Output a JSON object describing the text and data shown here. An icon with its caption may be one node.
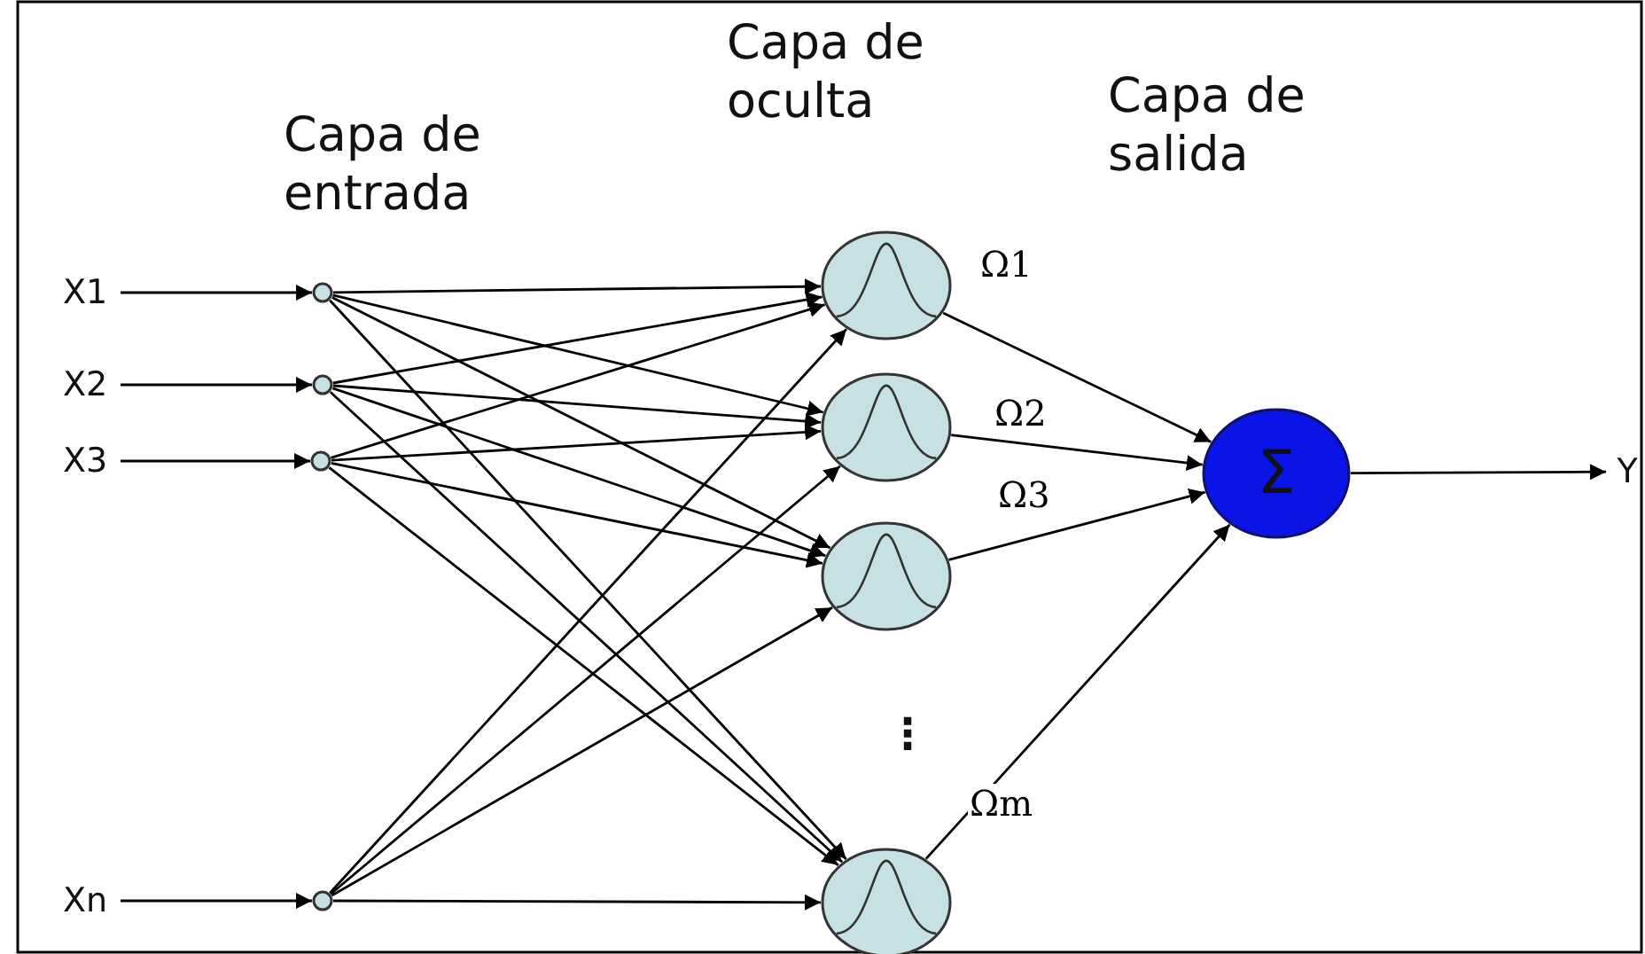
{
  "diagram": {
    "nodes": [
      {
        "text": [
          "X1"
        ]
      },
      {
        "text": [
          "X2"
        ]
      },
      {
        "text": [
          "X3"
        ]
      },
      {
        "text": [
          "Xn"
        ]
      },
      {
        "text": [],
        "shape": "circle"
      },
      {
        "text": [],
        "shape": "circle"
      },
      {
        "text": [],
        "shape": "circle"
      },
      {
        "text": [],
        "shape": "circle"
      },
      {
        "text": [],
        "shape": "circle"
      },
      {
        "text": [],
        "shape": "circle"
      },
      {
        "text": [],
        "shape": "circle"
      },
      {
        "text": [],
        "shape": "circle"
      },
      {
        "text": [
          "Σ"
        ]
      },
      {
        "text": [
          "Y"
        ]
      }
    ],
    "edges": [
      {
        "from": 0,
        "to": 4,
        "arrow": "to"
      },
      {
        "from": 1,
        "to": 5,
        "arrow": "to"
      },
      {
        "from": 2,
        "to": 6,
        "arrow": "to"
      },
      {
        "from": 3,
        "to": 7,
        "arrow": "to"
      },
      {
        "from": 4,
        "to": 8,
        "arrow": "to"
      },
      {
        "from": 4,
        "to": 9,
        "arrow": "to"
      },
      {
        "from": 4,
        "to": 10,
        "arrow": "to"
      },
      {
        "from": 4,
        "to": 11,
        "arrow": "to"
      },
      {
        "from": 5,
        "to": 8,
        "arrow": "to"
      },
      {
        "from": 5,
        "to": 9,
        "arrow": "to"
      },
      {
        "from": 5,
        "to": 10,
        "arrow": "to"
      },
      {
        "from": 5,
        "to": 11,
        "arrow": "to"
      },
      {
        "from": 6,
        "to": 8,
        "arrow": "to"
      },
      {
        "from": 6,
        "to": 9,
        "arrow": "to"
      },
      {
        "from": 6,
        "to": 10,
        "arrow": "to"
      },
      {
        "from": 6,
        "to": 11,
        "arrow": "to"
      },
      {
        "from": 7,
        "to": 8,
        "arrow": "to"
      },
      {
        "from": 7,
        "to": 9,
        "arrow": "to"
      },
      {
        "from": 7,
        "to": 10,
        "arrow": "to"
      },
      {
        "from": 7,
        "to": 11,
        "arrow": "to"
      },
      {
        "from": 8,
        "to": 12,
        "arrow": "to",
        "label": "Ω1"
      },
      {
        "from": 9,
        "to": 12,
        "arrow": "to",
        "label": "Ω2"
      },
      {
        "from": 10,
        "to": 12,
        "arrow": "to",
        "label": "Ω3"
      },
      {
        "from": 11,
        "to": 12,
        "arrow": "to",
        "label": "Ωm"
      },
      {
        "from": 12,
        "to": 13,
        "arrow": "to"
      }
    ],
    "labels": [
      "Capa de oculta",
      "Capa de entrada",
      "Capa de salida",
      "⋮"
    ]
  }
}
